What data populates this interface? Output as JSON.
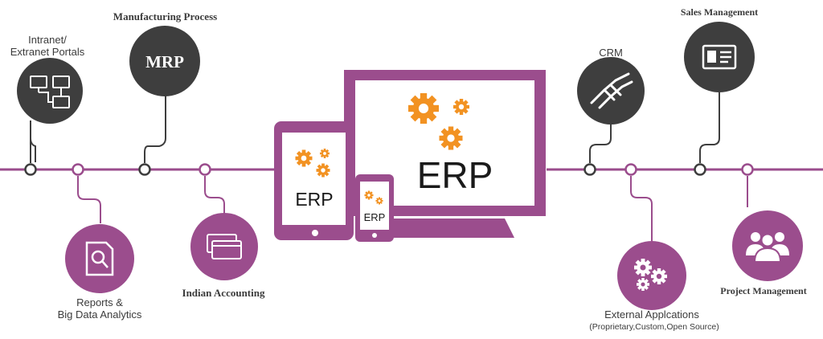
{
  "colors": {
    "accent": "#9b4d8d",
    "dark_node": "#3e3e3e",
    "gear": "#f29222",
    "screen_bg": "#ffffff",
    "text": "#3b3b3b"
  },
  "center": {
    "monitor_label": "ERP",
    "tablet_label": "ERP",
    "phone_label": "ERP"
  },
  "nodes": [
    {
      "id": "intranet",
      "label_lines": [
        "Intranet/",
        "Extranet Portals"
      ],
      "icon": "monitors-icon"
    },
    {
      "id": "mrp",
      "label": "Manufacturing Process",
      "badge": "MRP",
      "icon": "mrp-badge"
    },
    {
      "id": "reports",
      "label_lines": [
        "Reports &",
        "Big Data Analytics"
      ],
      "icon": "report-magnifier-icon"
    },
    {
      "id": "indian-accounting",
      "label": "Indian Accounting",
      "icon": "cards-icon"
    },
    {
      "id": "crm",
      "label": "CRM",
      "icon": "handshake-icon"
    },
    {
      "id": "sales",
      "label": "Sales Management",
      "icon": "id-card-icon"
    },
    {
      "id": "external",
      "label": "External Applcations",
      "sublabel": "(Proprietary,Custom,Open Source)",
      "icon": "gears-icon"
    },
    {
      "id": "project",
      "label": "Project Management",
      "icon": "people-icon"
    }
  ]
}
